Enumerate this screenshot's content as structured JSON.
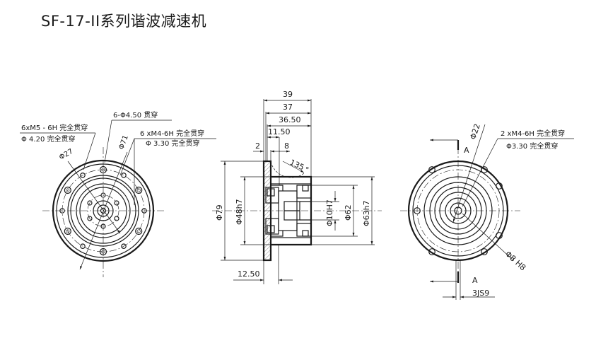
{
  "title": "SF-17-II系列谐波减速机",
  "left_view": {
    "label_holes_through": "6-Φ4.50 贯穿",
    "label_m5_line1": "6xM5 - 6H 完全贯穿",
    "label_m5_line2": "Φ 4.20 完全贯穿",
    "label_m4_line1": "6 xM4-6H 完全贯穿",
    "label_m4_line2": "Φ 3.30 完全贯穿",
    "label_d71": "Φ71",
    "label_d27": "Φ27"
  },
  "mid_view": {
    "dim_39": "39",
    "dim_37": "37",
    "dim_36_50": "36.50",
    "dim_11_50": "11.50",
    "dim_2": "2",
    "dim_8": "8",
    "dim_135": "135",
    "dim_deg": "°",
    "dim_79": "Φ79",
    "dim_48h7": "Φ48h7",
    "dim_10h7": "Φ10H7",
    "dim_62": "Φ62",
    "dim_63h7": "Φ63h7",
    "dim_12_50": "12.50"
  },
  "right_view": {
    "label_d22": "Φ22",
    "label_A_top": "A",
    "label_m4_line1": "2 xM4-6H 完全贯穿",
    "label_m4_line2": "Φ3.30 完全贯穿",
    "label_d8h8": "Φ8 H8",
    "label_A_bottom": "A",
    "label_3js9": "3JS9"
  }
}
